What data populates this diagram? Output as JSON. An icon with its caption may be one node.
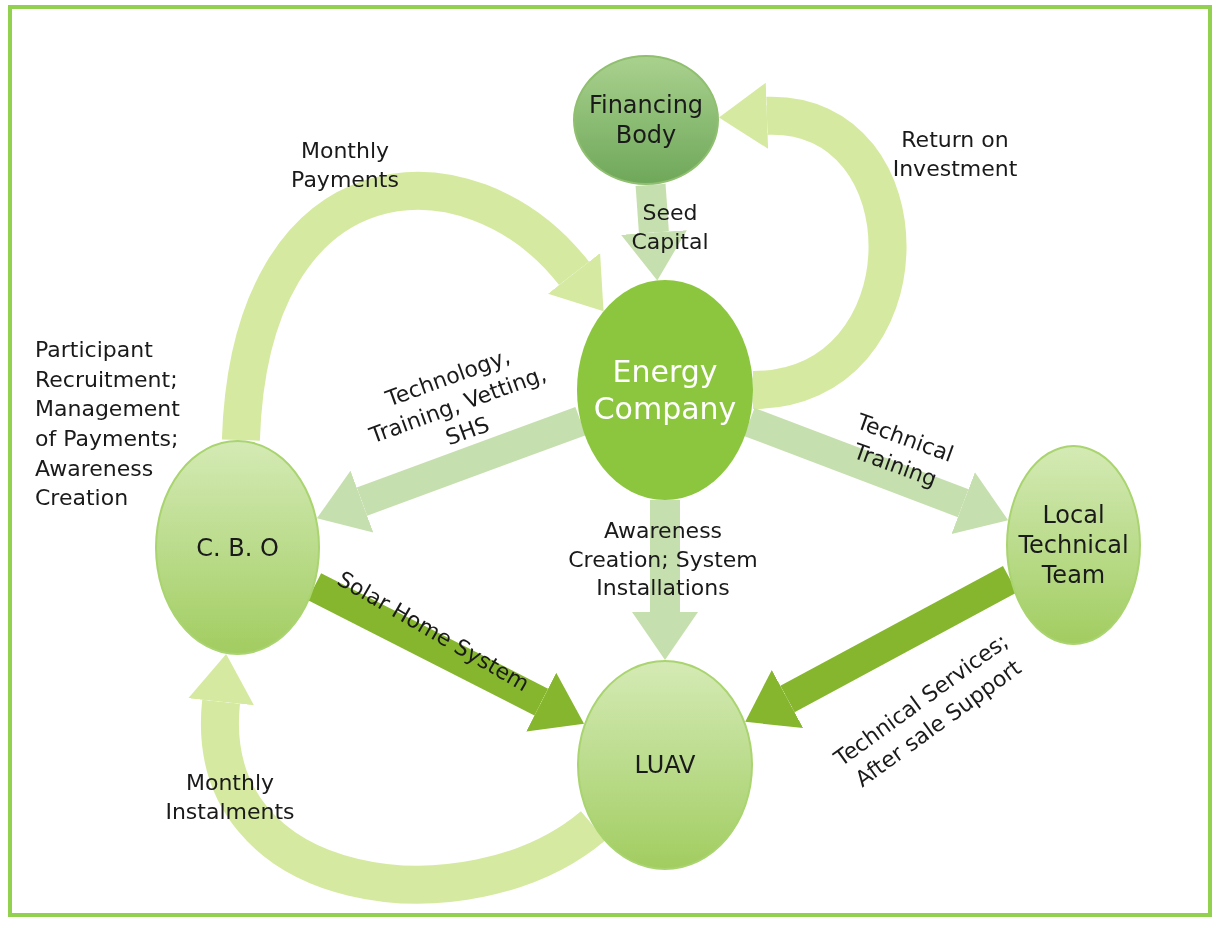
{
  "diagram": {
    "nodes": [
      {
        "text": [
          "Financing Body"
        ]
      },
      {
        "text": [
          "Energy Company"
        ]
      },
      {
        "text": [
          "C. B. O"
        ],
        "beside": [
          "Participant Recruitment; Management of Payments; Awareness Creation"
        ]
      },
      {
        "text": [
          "Local Technical Team"
        ]
      },
      {
        "text": [
          "LUAV"
        ]
      }
    ],
    "edges": [
      {
        "from": 0,
        "to": 1,
        "arrow": "to",
        "label": "Seed Capital"
      },
      {
        "from": 1,
        "to": 0,
        "arrow": "to",
        "label": "Return on Investment",
        "color": "#d5eaa0"
      },
      {
        "from": 2,
        "to": 1,
        "arrow": "to",
        "label": "Monthly Payments",
        "color": "#d5eaa0"
      },
      {
        "from": 1,
        "to": 2,
        "arrow": "to",
        "label": "Technology, Training, Vetting, SHS"
      },
      {
        "from": 1,
        "to": 3,
        "arrow": "to",
        "label": "Technical Training"
      },
      {
        "from": 1,
        "to": 4,
        "arrow": "to",
        "label": "Awareness Creation; System Installations"
      },
      {
        "from": 2,
        "to": 4,
        "arrow": "to",
        "label": "Solar Home System",
        "color": "#86b62e"
      },
      {
        "from": 3,
        "to": 4,
        "arrow": "to",
        "label": "Technical Services; After sale Support",
        "color": "#86b62e"
      },
      {
        "from": 4,
        "to": 2,
        "arrow": "to",
        "label": "Monthly Instalments",
        "color": "#d5eaa0"
      }
    ]
  }
}
